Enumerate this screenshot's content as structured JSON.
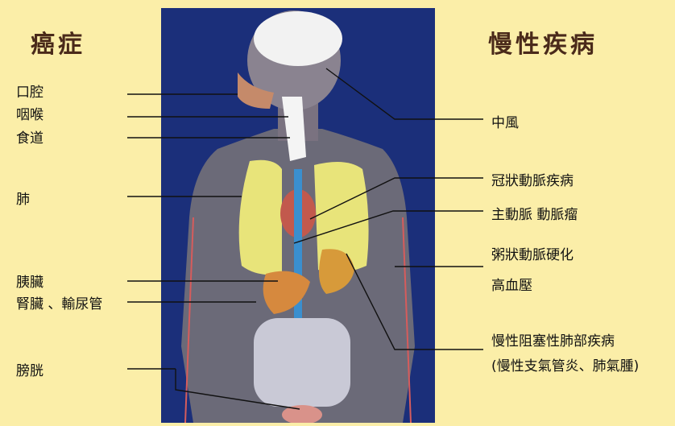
{
  "left_title": "癌症",
  "right_title": "慢性疾病",
  "cancer_labels": {
    "mouth": "口腔",
    "pharynx": "咽喉",
    "esophagus": "食道",
    "lung": "肺",
    "pancreas": "胰臟",
    "kidney": "腎臟 、輸尿管",
    "bladder": "膀胱"
  },
  "chronic_labels": {
    "stroke": "中風",
    "coronary": "冠狀動脈疾病",
    "aorta": "主動脈 動脈瘤",
    "atherosclerosis": "粥狀動脈硬化",
    "hypertension": "高血壓",
    "copd": "慢性阻塞性肺部疾病",
    "copd_detail": "(慢性支氣管炎、肺氣腫)"
  },
  "colors": {
    "background": "#fbeea8",
    "body_panel": "#1b2f7a",
    "title": "#4a2a1a"
  }
}
